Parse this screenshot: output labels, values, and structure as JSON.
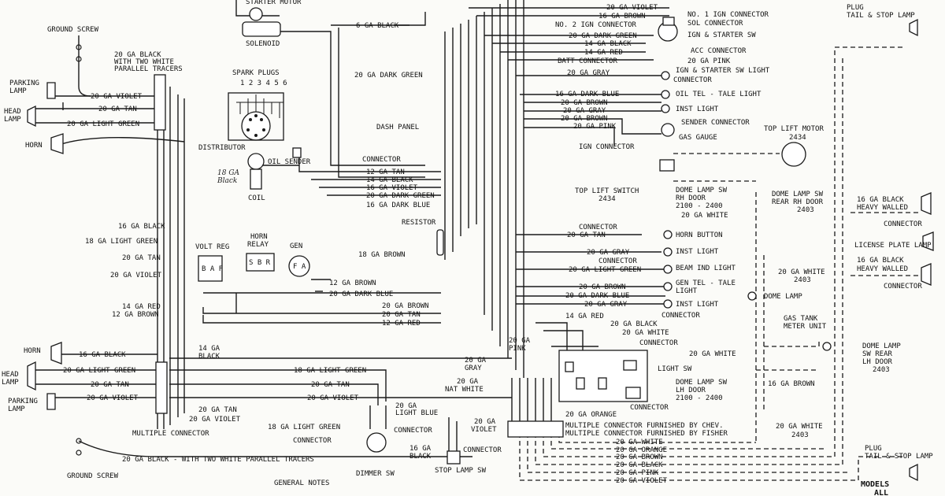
{
  "diagram": {
    "left_top": {
      "starter_motor": "STARTER MOTOR",
      "solenoid": "SOLENOID",
      "ga6_black": "6 GA BLACK",
      "ground_screw": "GROUND SCREW",
      "ga20_black_tracers_1": "20 GA BLACK",
      "ga20_black_tracers_2": "WITH TWO WHITE",
      "ga20_black_tracers_3": "PARALLEL TRACERS",
      "parking_lamp": "PARKING",
      "parking_lamp2": "LAMP",
      "ga20_violet": "20 GA VIOLET",
      "ga20_tan": "20 GA TAN",
      "head_lamp": "HEAD",
      "head_lamp2": "LAMP",
      "ga20_light_green": "20 GA LIGHT GREEN",
      "horn": "HORN",
      "spark_plugs": "SPARK PLUGS",
      "plug_numbers": "1 2 3 4 5 6",
      "distributor": "DISTRIBUTOR",
      "oil_sender": "OIL SENDER",
      "coil": "COIL",
      "handwritten": "18 GA",
      "handwritten2": "Black",
      "ga20_dark_green": "20 GA DARK GREEN",
      "dash_panel": "DASH PANEL",
      "connector": "CONNECTOR",
      "ga12_tan": "12 GA TAN",
      "ga14_black": "14 GA BLACK",
      "ga16_violet": "16 GA VIOLET",
      "ga20_dark_green_b": "20 GA DARK GREEN",
      "ga16_dark_blue": "16 GA DARK BLUE",
      "resistor": "RESISTOR",
      "ga18_brown": "18 GA BROWN"
    },
    "left_mid": {
      "ga16_black": "16 GA BLACK",
      "ga18_light_green": "18 GA LIGHT GREEN",
      "ga20_tan": "20 GA TAN",
      "ga20_violet": "20 GA VIOLET",
      "volt_reg": "VOLT REG",
      "horn_relay": "HORN",
      "horn_relay2": "RELAY",
      "gen": "GEN",
      "vr_pins": "B A F",
      "hr_pins": "S B R",
      "gen_pins": "F A",
      "ga12_brown": "12 GA BROWN",
      "ga20_dark_blue": "20 GA DARK BLUE",
      "ga14_red": "14 GA RED",
      "ga12_brown_b": "12 GA BROWN",
      "ga20_brown": "20 GA BROWN",
      "ga20_tan_b": "20 GA TAN",
      "ga12_red": "12 GA RED"
    },
    "left_bottom": {
      "horn": "HORN",
      "ga16_black": "16 GA BLACK",
      "ga14_black": "14 GA",
      "ga14_black2": "BLACK",
      "head_lamp": "HEAD",
      "head_lamp2": "LAMP",
      "ga20_light_green": "20 GA LIGHT GREEN",
      "ga20_tan": "20 GA TAN",
      "parking_lamp": "PARKING",
      "parking_lamp2": "LAMP",
      "ga20_violet": "20 GA VIOLET",
      "ga20_tan_b": "20 GA TAN",
      "ga20_violet_b": "20 GA VIOLET",
      "multiple_connector": "MULTIPLE CONNECTOR",
      "ga20_black_tracers": "20 GA BLACK - WITH TWO WHITE PARALLEL TRACERS",
      "ground_screw": "GROUND SCREW",
      "general_notes": "GENERAL NOTES",
      "ga18_light_green": "18 GA LIGHT GREEN",
      "ga20_tan_c": "20 GA TAN",
      "ga20_violet_c": "20 GA VIOLET",
      "ga18_light_green_b": "18 GA LIGHT GREEN",
      "connector": "CONNECTOR",
      "ga20_light_blue": "20 GA",
      "ga20_light_blue2": "LIGHT BLUE",
      "connector_b": "CONNECTOR",
      "dimmer_sw": "DIMMER SW",
      "ga16_black_b": "16 GA",
      "ga16_black_b2": "BLACK",
      "connector_c": "CONNECTOR",
      "stop_lamp_sw": "STOP LAMP SW",
      "ga20_nat_white": "20 GA",
      "ga20_nat_white2": "NAT WHITE",
      "ga20_gray": "20 GA",
      "ga20_gray2": "GRAY",
      "ga20_pink": "20 GA",
      "ga20_pink2": "PINK"
    },
    "center_top": {
      "ga20_violet": "20 GA VIOLET",
      "ga16_brown": "16 GA BROWN",
      "no2_ign": "NO. 2 IGN CONNECTOR",
      "ga20_dark_green": "20 GA DARK GREEN",
      "ga14_black": "14 GA BLACK",
      "ga14_red": "14 GA RED",
      "batt_connector": "BATT CONNECTOR",
      "no1_ign": "NO. 1 IGN CONNECTOR",
      "sol_connector": "SOL CONNECTOR",
      "ign_starter_sw": "IGN & STARTER SW",
      "acc_connector": "ACC CONNECTOR",
      "ga20_pink": "20 GA PINK",
      "ga20_gray": "20 GA GRAY",
      "ign_light": "IGN & STARTER SW LIGHT",
      "connector": "CONNECTOR",
      "ga16_dark_blue": "16 GA DARK BLUE",
      "oil_tel": "OIL TEL - TALE LIGHT",
      "ga20_brown": "20 GA BROWN",
      "ga20_gray_b": "20 GA GRAY",
      "inst_light": "INST LIGHT",
      "ga20_brown_b": "20 GA BROWN",
      "ga20_pink_b": "20 GA PINK",
      "sender_connector": "SENDER CONNECTOR",
      "gas_gauge": "GAS GAUGE",
      "ign_connector": "IGN CONNECTOR",
      "top_lift_switch": "TOP LIFT SWITCH",
      "top_lift_switch2": "2434",
      "top_lift_motor": "TOP LIFT MOTOR",
      "top_lift_motor2": "2434"
    },
    "center_mid": {
      "connector": "CONNECTOR",
      "ga20_tan": "20 GA TAN",
      "horn_button": "HORN BUTTON",
      "ga20_gray": "20 GA GRAY",
      "inst_light": "INST LIGHT",
      "connector_b": "CONNECTOR",
      "ga20_light_green": "20 GA LIGHT GREEN",
      "beam_ind": "BEAM IND LIGHT",
      "ga20_brown": "20 GA BROWN",
      "gen_tel": "GEN TEL - TALE",
      "gen_tel2": "LIGHT",
      "ga20_dark_blue": "20 GA DARK BLUE",
      "ga20_gray_b": "20 GA GRAY",
      "inst_light_b": "INST LIGHT",
      "connector_c": "CONNECTOR",
      "ga14_red": "14 GA RED",
      "ga20_black": "20 GA BLACK",
      "ga20_white": "20 GA WHITE",
      "connector_d": "CONNECTOR",
      "light_sw": "LIGHT SW",
      "connector_e": "CONNECTOR",
      "ga20_orange": "20 GA ORANGE",
      "ga20_violet": "20 GA",
      "ga20_violet2": "VIOLET",
      "mc_chev": "MULTIPLE CONNECTOR FURNISHED BY CHEV.",
      "mc_fisher": "MULTIPLE CONNECTOR FURNISHED BY FISHER",
      "b_white": "20 GA WHITE",
      "b_orange": "20 GA ORANGE",
      "b_brown": "20 GA BROWN",
      "b_black": "20 GA BLACK",
      "b_pink": "20 GA PINK",
      "b_violet": "20 GA VIOLET"
    },
    "right": {
      "plug": "PLUG",
      "tail_stop": "TAIL & STOP LAMP",
      "dome_lamp_sw_rh": "DOME LAMP SW",
      "dome_lamp_sw_rh2": "RH DOOR",
      "dome_lamp_sw_rh3": "2100 - 2400",
      "ga20_white": "20 GA WHITE",
      "dome_rear_rh": "DOME LAMP SW",
      "dome_rear_rh2": "REAR RH DOOR",
      "dome_rear_rh3": "2403",
      "ga16_black_hw": "16 GA BLACK",
      "heavy_walled": "HEAVY WALLED",
      "connector": "CONNECTOR",
      "license_plate": "LICENSE PLATE LAMP",
      "ga16_black_hw_b": "16 GA BLACK",
      "heavy_walled_b": "HEAVY WALLED",
      "connector_b": "CONNECTOR",
      "ga20_white_2403": "20 GA WHITE",
      "ga20_white_2403b": "2403",
      "dome_lamp": "DOME LAMP",
      "gas_tank": "GAS TANK",
      "gas_tank2": "METER UNIT",
      "ga20_white_b": "20 GA WHITE",
      "ga16_brown": "16 GA BROWN",
      "dome_rear_lh": "DOME LAMP",
      "dome_rear_lh2": "SW REAR",
      "dome_rear_lh3": "LH DOOR",
      "dome_rear_lh4": "2403",
      "dome_lh_door": "DOME LAMP SW",
      "dome_lh_door2": "LH DOOR",
      "dome_lh_door3": "2100 - 2400",
      "ga20_white_c": "20 GA WHITE",
      "ga20_white_c2": "2403",
      "plug_b": "PLUG",
      "tail_stop_b": "TAIL & STOP LAMP",
      "models": "MODELS",
      "models2": "ALL"
    }
  }
}
